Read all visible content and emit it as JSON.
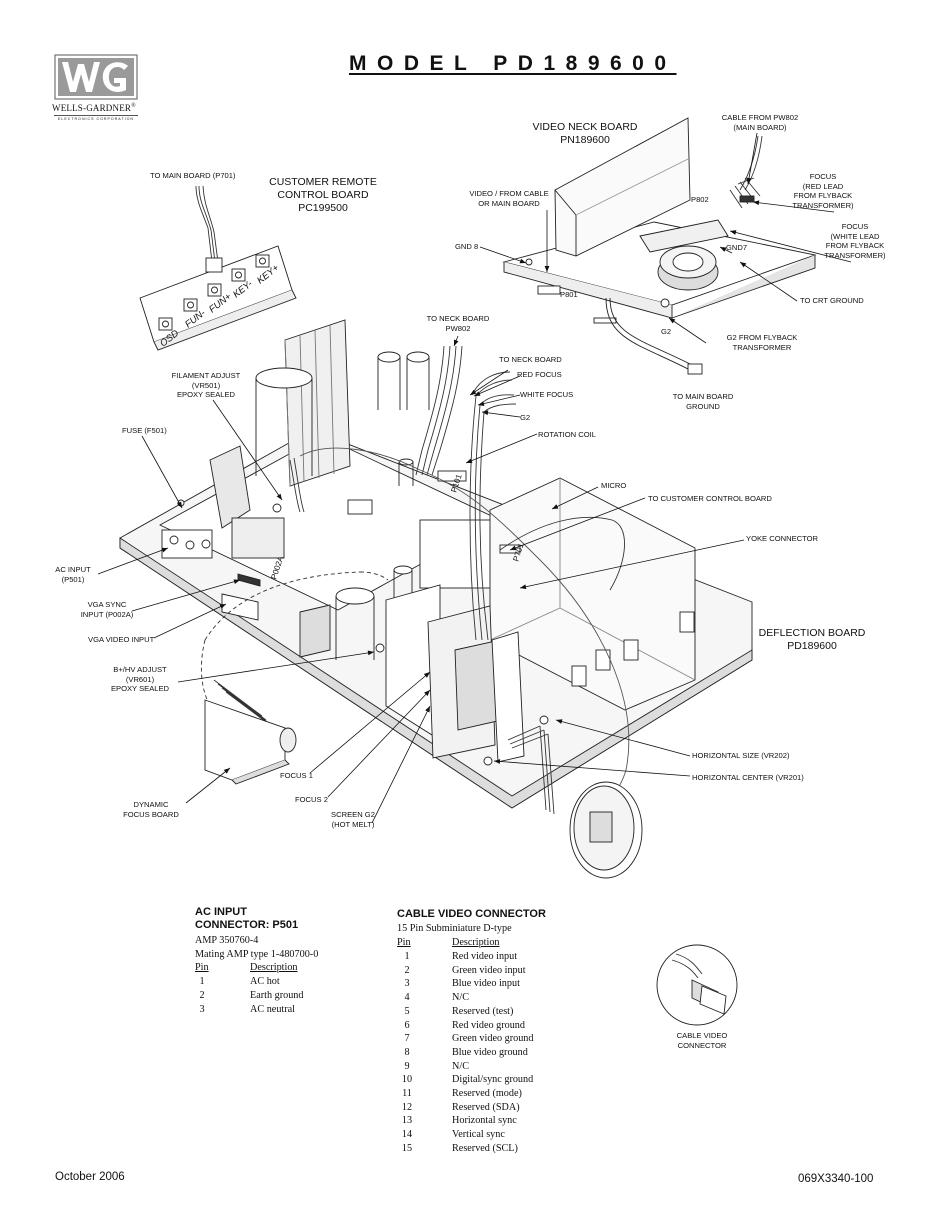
{
  "header": {
    "title": "MODEL PD189600",
    "logo_company": "WELLS-GARDNER",
    "logo_mark": "®",
    "logo_sub": "ELECTRONICS CORPORATION"
  },
  "callouts": {
    "video_neck_board": "VIDEO NECK BOARD\nPN189600",
    "cable_from_pw802": "CABLE FROM PW802\n(MAIN BOARD)",
    "focus_red": "FOCUS\n(RED LEAD\nFROM FLYBACK\nTRANSFORMER)",
    "focus_white": "FOCUS\n(WHITE LEAD\nFROM FLYBACK\nTRANSFORMER)",
    "p802": "P802",
    "gnd7": "GND7",
    "video_from_cable": "VIDEO / FROM CABLE\nOR MAIN BOARD",
    "gnd8": "GND 8",
    "p801": "P801",
    "to_crt_ground": "TO CRT GROUND",
    "g2_board": "G2",
    "g2_from_flyback": "G2 FROM FLYBACK\nTRANSFORMER",
    "to_main_board_ground": "TO MAIN BOARD\nGROUND",
    "to_main_board_p701": "TO MAIN BOARD (P701)",
    "customer_remote": "CUSTOMER REMOTE\nCONTROL BOARD\nPC199500",
    "to_neck_board_pw802": "TO NECK BOARD\nPW802",
    "to_neck_board": "TO NECK BOARD",
    "red_focus": "RED FOCUS",
    "white_focus": "WHITE FOCUS",
    "g2": "G2",
    "rotation_coil": "ROTATION COIL",
    "filament_adjust": "FILAMENT ADJUST\n(VR501)\nEPOXY SEALED",
    "fuse": "FUSE (F501)",
    "micro": "MICRO",
    "to_customer_control_board": "TO CUSTOMER CONTROL BOARD",
    "yoke_connector": "YOKE CONNECTOR",
    "ac_input": "AC INPUT\n(P501)",
    "vga_sync": "VGA SYNC\nINPUT (P002A)",
    "vga_video": "VGA VIDEO INPUT",
    "deflection_board": "DEFLECTION BOARD\nPD189600",
    "bhv_adjust": "B+/HV ADJUST\n(VR601)\nEPOXY SEALED",
    "horizontal_size": "HORIZONTAL SIZE (VR202)",
    "horizontal_center": "HORIZONTAL CENTER (VR201)",
    "focus_1": "FOCUS 1",
    "focus_2": "FOCUS 2",
    "dynamic_focus": "DYNAMIC\nFOCUS BOARD",
    "screen_g2": "SCREEN G2\n(HOT MELT)",
    "p101": "P101",
    "p701": "P701",
    "p002a": "P002A",
    "cable_video_connector": "CABLE VIDEO\nCONNECTOR"
  },
  "remote_buttons": [
    "OSD",
    "FUN-",
    "FUN+",
    "KEY-",
    "KEY+"
  ],
  "ac_table": {
    "title_line1": "AC INPUT",
    "title_line2": "CONNECTOR: P501",
    "part": "AMP 350760-4",
    "mating": "Mating AMP type 1-480700-0",
    "col_pin": "Pin",
    "col_desc": "Description",
    "rows": [
      {
        "pin": "1",
        "desc": "AC hot"
      },
      {
        "pin": "2",
        "desc": "Earth ground"
      },
      {
        "pin": "3",
        "desc": "AC neutral"
      }
    ]
  },
  "video_table": {
    "title": "CABLE VIDEO CONNECTOR",
    "subtitle": "15 Pin Subminiature D-type",
    "col_pin": "Pin",
    "col_desc": "Description",
    "rows": [
      {
        "pin": "1",
        "desc": "Red video input"
      },
      {
        "pin": "2",
        "desc": "Green video input"
      },
      {
        "pin": "3",
        "desc": "Blue video input"
      },
      {
        "pin": "4",
        "desc": "N/C"
      },
      {
        "pin": "5",
        "desc": "Reserved (test)"
      },
      {
        "pin": "6",
        "desc": "Red video ground"
      },
      {
        "pin": "7",
        "desc": "Green video ground"
      },
      {
        "pin": "8",
        "desc": "Blue video ground"
      },
      {
        "pin": "9",
        "desc": "N/C"
      },
      {
        "pin": "10",
        "desc": "Digital/sync ground"
      },
      {
        "pin": "11",
        "desc": "Reserved (mode)"
      },
      {
        "pin": "12",
        "desc": "Reserved (SDA)"
      },
      {
        "pin": "13",
        "desc": "Horizontal sync"
      },
      {
        "pin": "14",
        "desc": "Vertical sync"
      },
      {
        "pin": "15",
        "desc": "Reserved (SCL)"
      }
    ]
  },
  "footer": {
    "date": "October 2006",
    "doc_number": "069X3340-100"
  }
}
